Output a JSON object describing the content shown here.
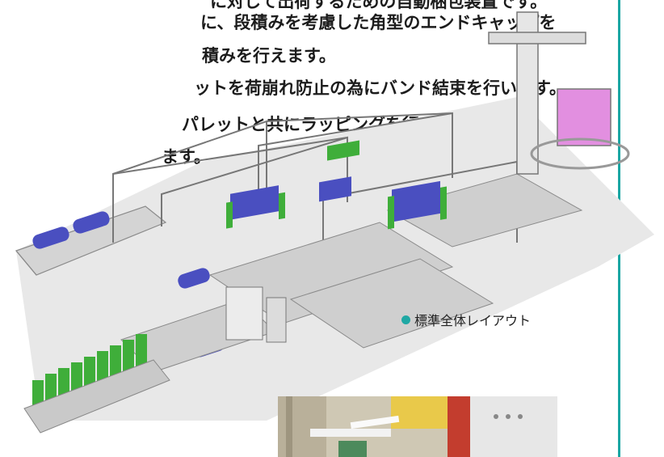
{
  "description": {
    "lines": [
      "に対して出荷するための自動梱包装置です。",
      "に、段積みを考慮した角型のエンドキャップを",
      "積みを行えます。",
      "ットを荷崩れ防止の為にバンド結束を行います。",
      "パレットと共にラッピングを行い、",
      "ます。"
    ]
  },
  "figure": {
    "caption": "標準全体レイアウト"
  },
  "colors": {
    "accent": "#1aa6a3",
    "roll_blue": "#4a4fc0",
    "endcap_green": "#3fae3a",
    "wrap_pink": "#e28fe0"
  }
}
